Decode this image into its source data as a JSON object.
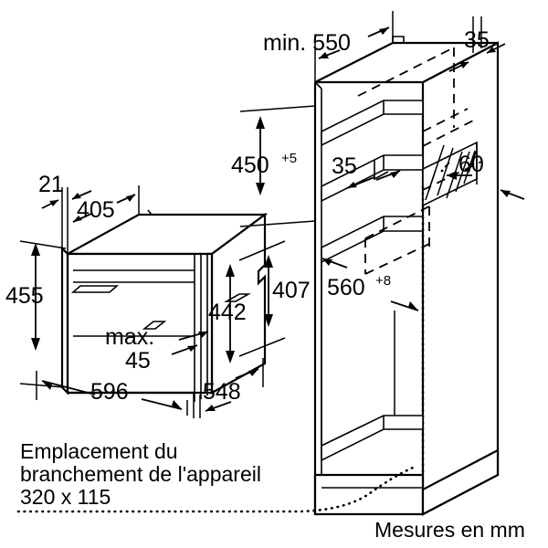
{
  "diagram": {
    "title": "Built-in appliance installation dimension drawing",
    "units_note": "Mesures en mm",
    "connection_note": {
      "line1": "Emplacement du",
      "line2": "branchement de l'appareil",
      "line3": "320 x 115"
    }
  },
  "appliance": {
    "name": "built-in oven",
    "dimensions": {
      "front_trim_depth": "21",
      "top_depth": "405",
      "front_height": "455",
      "body_height": "407",
      "door_height": "442",
      "gap_prefix": "max.",
      "gap_value": "45",
      "width": "596",
      "depth": "548"
    }
  },
  "cabinet": {
    "name": "installation niche",
    "dimensions": {
      "min_depth_label": "min. 550",
      "niche_height_value": "450",
      "niche_height_tolerance": "+5",
      "shelf_offset": "35",
      "top_panel_thickness": "35",
      "vent_depth": "60",
      "niche_width_value": "560",
      "niche_width_tolerance": "+8"
    }
  },
  "colors": {
    "line": "#000000",
    "background": "#ffffff"
  }
}
